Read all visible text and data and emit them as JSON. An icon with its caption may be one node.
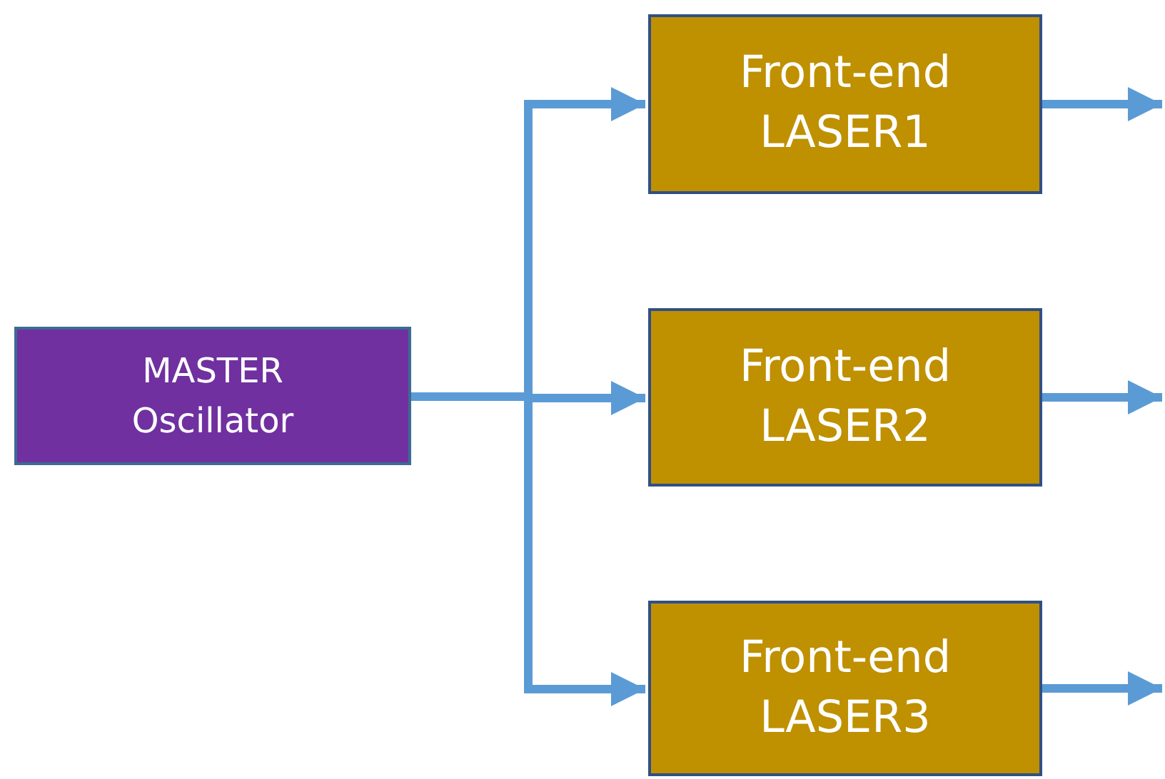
{
  "diagram": {
    "nodes": [
      {
        "text": [
          "MASTER Oscillator"
        ]
      },
      {
        "text": [
          "Front-end LASER1"
        ]
      },
      {
        "text": [
          "Front-end LASER2"
        ]
      },
      {
        "text": [
          "Front-end LASER3"
        ]
      }
    ],
    "edges": [
      {
        "from": 0,
        "to": 1,
        "arrow": "to"
      },
      {
        "from": 0,
        "to": 2,
        "arrow": "to"
      },
      {
        "from": 0,
        "to": 3,
        "arrow": "to"
      },
      {
        "from": 1,
        "to": null,
        "arrow": "to"
      },
      {
        "from": 2,
        "to": null,
        "arrow": "to"
      },
      {
        "from": 3,
        "to": null,
        "arrow": "to"
      }
    ]
  }
}
